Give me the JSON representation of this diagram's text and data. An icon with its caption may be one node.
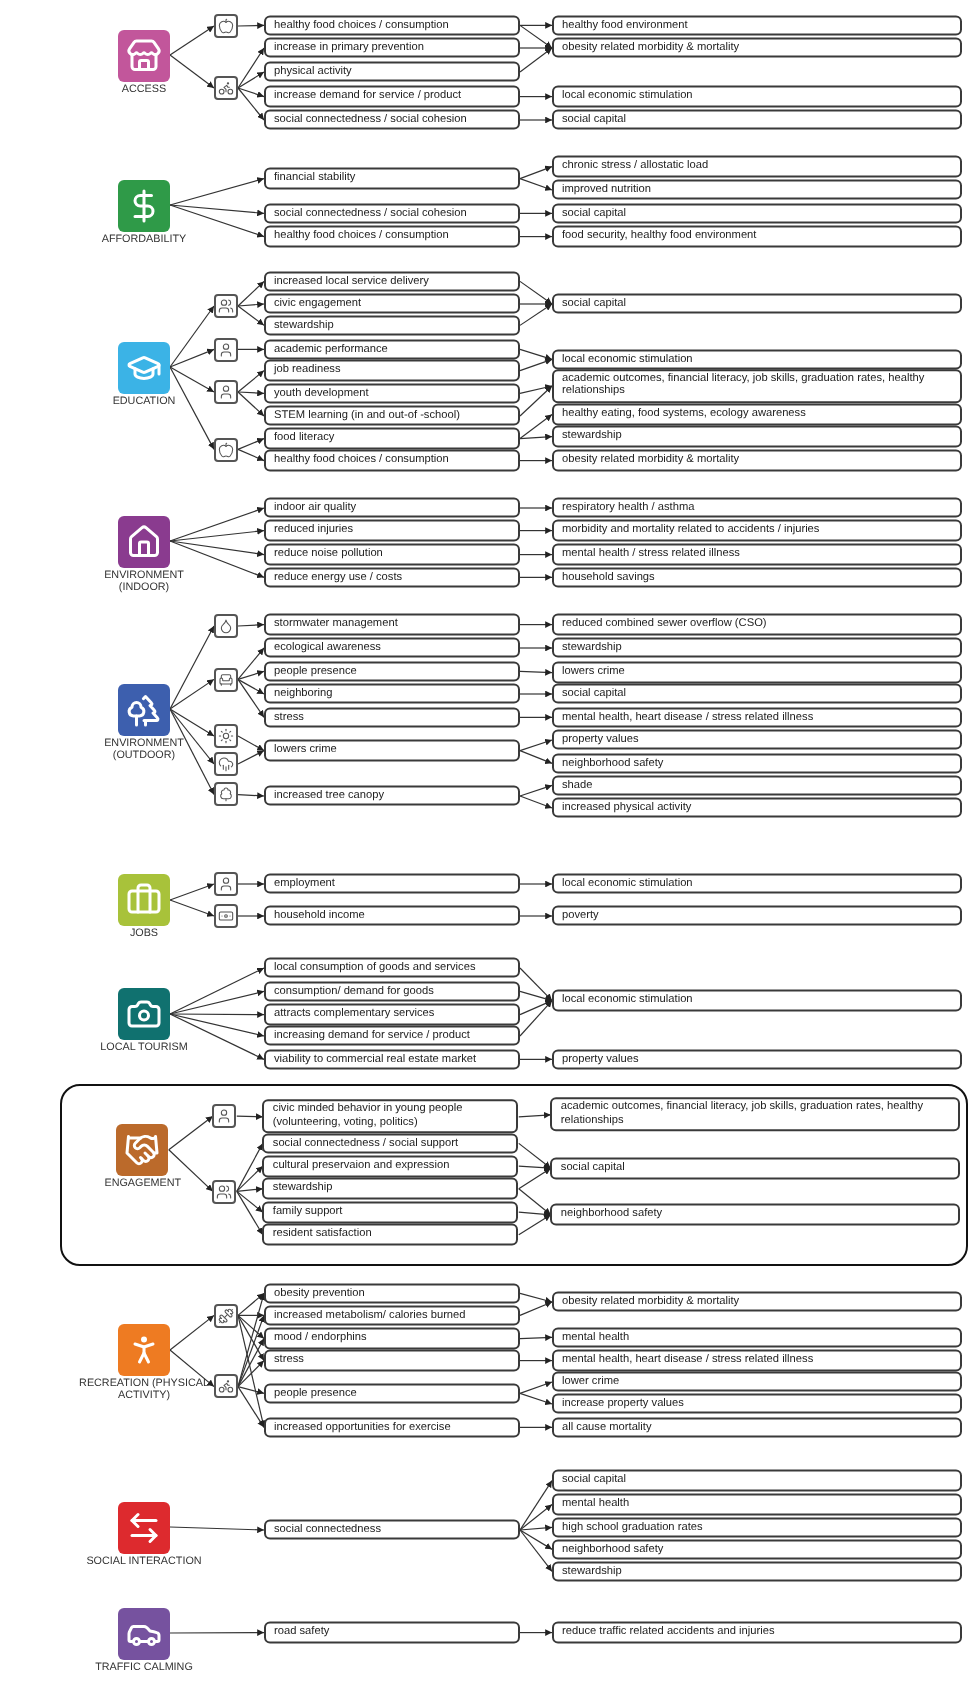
{
  "diagram": {
    "nodes": [
      {
        "text": [],
        "shape": "picture",
        "beside": [
          "ACCESS"
        ]
      },
      {
        "text": [],
        "shape": "box"
      },
      {
        "text": [],
        "shape": "box"
      },
      {
        "text": [
          "healthy food choices / consumption"
        ]
      },
      {
        "text": [
          "increase in primary prevention"
        ]
      },
      {
        "text": [
          "physical activity"
        ]
      },
      {
        "text": [
          "increase demand for service / product"
        ]
      },
      {
        "text": [
          "social connectedness / social cohesion"
        ]
      },
      {
        "text": [
          "healthy food environment"
        ]
      },
      {
        "text": [
          "obesity related morbidity & mortality"
        ]
      },
      {
        "text": [
          "local economic stimulation"
        ]
      },
      {
        "text": [
          "social capital"
        ]
      },
      {
        "text": [],
        "shape": "picture",
        "beside": [
          "AFFORDABILITY"
        ]
      },
      {
        "text": [
          "financial stability"
        ]
      },
      {
        "text": [
          "social connectedness / social cohesion"
        ]
      },
      {
        "text": [
          "healthy food choices / consumption"
        ]
      },
      {
        "text": [
          "chronic stress / allostatic load"
        ]
      },
      {
        "text": [
          "improved nutrition"
        ]
      },
      {
        "text": [
          "social capital"
        ]
      },
      {
        "text": [
          "food security, healthy food environment"
        ]
      },
      {
        "text": [],
        "shape": "picture",
        "beside": [
          "EDUCATION"
        ]
      },
      {
        "text": [],
        "shape": "box"
      },
      {
        "text": [],
        "shape": "box"
      },
      {
        "text": [],
        "shape": "box"
      },
      {
        "text": [],
        "shape": "box"
      },
      {
        "text": [
          "increased local service delivery"
        ]
      },
      {
        "text": [
          "civic engagement"
        ]
      },
      {
        "text": [
          "stewardship"
        ]
      },
      {
        "text": [
          "academic performance"
        ]
      },
      {
        "text": [
          "job readiness"
        ]
      },
      {
        "text": [
          "youth development"
        ]
      },
      {
        "text": [
          "STEM learning (in and out-of -school)"
        ]
      },
      {
        "text": [
          "food literacy"
        ]
      },
      {
        "text": [
          "healthy food choices / consumption"
        ]
      },
      {
        "text": [
          "social capital"
        ]
      },
      {
        "text": [
          "local economic stimulation"
        ]
      },
      {
        "text": [
          "academic outcomes, financial literacy, job skills, graduation rates, healthy relationships"
        ]
      },
      {
        "text": [
          "healthy eating, food systems, ecology awareness"
        ]
      },
      {
        "text": [
          "stewardship"
        ]
      },
      {
        "text": [
          "obesity related morbidity & mortality"
        ]
      },
      {
        "text": [],
        "shape": "picture",
        "beside": [
          "ENVIRONMENT (INDOOR)"
        ]
      },
      {
        "text": [
          "indoor air quality"
        ]
      },
      {
        "text": [
          "reduced injuries"
        ]
      },
      {
        "text": [
          "reduce noise pollution"
        ]
      },
      {
        "text": [
          "reduce energy use / costs"
        ]
      },
      {
        "text": [
          "respiratory health / asthma"
        ]
      },
      {
        "text": [
          "morbidity and mortality related to accidents / injuries"
        ]
      },
      {
        "text": [
          "mental health / stress related illness"
        ]
      },
      {
        "text": [
          "household savings"
        ]
      },
      {
        "text": [],
        "shape": "picture",
        "beside": [
          "ENVIRONMENT (OUTDOOR)"
        ]
      },
      {
        "text": [],
        "shape": "box"
      },
      {
        "text": [],
        "shape": "box"
      },
      {
        "text": [],
        "shape": "box"
      },
      {
        "text": [],
        "shape": "box"
      },
      {
        "text": [],
        "shape": "box"
      },
      {
        "text": [
          "stormwater management"
        ]
      },
      {
        "text": [
          "ecological awareness"
        ]
      },
      {
        "text": [
          "people presence"
        ]
      },
      {
        "text": [
          "neighboring"
        ]
      },
      {
        "text": [
          "stress"
        ]
      },
      {
        "text": [
          "lowers crime"
        ]
      },
      {
        "text": [
          "increased tree canopy"
        ]
      },
      {
        "text": [
          "reduced combined sewer overflow (CSO)"
        ]
      },
      {
        "text": [
          "stewardship"
        ]
      },
      {
        "text": [
          "lowers crime"
        ]
      },
      {
        "text": [
          "social capital"
        ]
      },
      {
        "text": [
          "mental health, heart disease / stress related illness"
        ]
      },
      {
        "text": [
          "property values"
        ]
      },
      {
        "text": [
          "neighborhood safety"
        ]
      },
      {
        "text": [
          "shade"
        ]
      },
      {
        "text": [
          "increased physical activity"
        ]
      },
      {
        "text": [],
        "shape": "picture",
        "beside": [
          "JOBS"
        ]
      },
      {
        "text": [],
        "shape": "box"
      },
      {
        "text": [],
        "shape": "box"
      },
      {
        "text": [
          "employment"
        ]
      },
      {
        "text": [
          "household income"
        ]
      },
      {
        "text": [
          "local economic stimulation"
        ]
      },
      {
        "text": [
          "poverty"
        ]
      },
      {
        "text": [],
        "shape": "picture",
        "beside": [
          "LOCAL TOURISM"
        ]
      },
      {
        "text": [
          "local consumption of goods and services"
        ]
      },
      {
        "text": [
          "consumption/ demand for goods"
        ]
      },
      {
        "text": [
          "attracts complementary services"
        ]
      },
      {
        "text": [
          "increasing demand for service / product"
        ]
      },
      {
        "text": [
          "viability to commercial real estate market"
        ]
      },
      {
        "text": [
          "local economic stimulation"
        ]
      },
      {
        "text": [
          "property values"
        ]
      },
      {
        "text": [],
        "shape": "box"
      },
      {
        "text": [],
        "shape": "picture",
        "beside": [
          "ENGAGEMENT"
        ],
        "in": 86
      },
      {
        "text": [],
        "shape": "box",
        "in": 86
      },
      {
        "text": [],
        "shape": "box",
        "in": 86
      },
      {
        "text": [
          "civic minded behavior in young people (volunteering, voting, politics)"
        ],
        "in": 86
      },
      {
        "text": [
          "social connectedness / social support"
        ],
        "in": 86
      },
      {
        "text": [
          "cultural preservaion and expression"
        ],
        "in": 86
      },
      {
        "text": [
          "stewardship"
        ],
        "in": 86
      },
      {
        "text": [
          "family support"
        ],
        "in": 86
      },
      {
        "text": [
          "resident satisfaction"
        ],
        "in": 86
      },
      {
        "text": [
          "academic outcomes, financial literacy, job skills, graduation rates, healthy relationships"
        ],
        "in": 86
      },
      {
        "text": [
          "social capital"
        ],
        "in": 86
      },
      {
        "text": [
          "neighborhood safety"
        ],
        "in": 86
      },
      {
        "text": [],
        "shape": "picture",
        "beside": [
          "RECREATION (PHYSICAL ACTIVITY)"
        ]
      },
      {
        "text": [],
        "shape": "box"
      },
      {
        "text": [],
        "shape": "box"
      },
      {
        "text": [
          "obesity prevention"
        ]
      },
      {
        "text": [
          "increased metabolism/ calories burned"
        ]
      },
      {
        "text": [
          "mood / endorphins"
        ]
      },
      {
        "text": [
          "stress"
        ]
      },
      {
        "text": [
          "people presence"
        ]
      },
      {
        "text": [
          "increased opportunities for exercise"
        ]
      },
      {
        "text": [
          "obesity related morbidity & mortality"
        ]
      },
      {
        "text": [
          "mental health"
        ]
      },
      {
        "text": [
          "mental health, heart disease / stress related illness"
        ]
      },
      {
        "text": [
          "lower crime"
        ]
      },
      {
        "text": [
          "increase property values"
        ]
      },
      {
        "text": [
          "all cause mortality"
        ]
      },
      {
        "text": [],
        "shape": "picture",
        "beside": [
          "SOCIAL INTERACTION"
        ]
      },
      {
        "text": [
          "social connectedness"
        ]
      },
      {
        "text": [
          "social capital"
        ]
      },
      {
        "text": [
          "mental health"
        ]
      },
      {
        "text": [
          "high school graduation rates"
        ]
      },
      {
        "text": [
          "neighborhood safety"
        ]
      },
      {
        "text": [
          "stewardship"
        ]
      },
      {
        "text": [],
        "shape": "picture",
        "beside": [
          "TRAFFIC CALMING"
        ]
      },
      {
        "text": [
          "road safety"
        ]
      },
      {
        "text": [
          "reduce traffic related accidents and injuries"
        ]
      }
    ],
    "edges": [
      {
        "from": 0,
        "to": 1,
        "arrow": "to"
      },
      {
        "from": 0,
        "to": 2,
        "arrow": "to"
      },
      {
        "from": 1,
        "to": 3,
        "arrow": "to"
      },
      {
        "from": 2,
        "to": 4,
        "arrow": "to"
      },
      {
        "from": 2,
        "to": 5,
        "arrow": "to"
      },
      {
        "from": 2,
        "to": 6,
        "arrow": "to"
      },
      {
        "from": 2,
        "to": 7,
        "arrow": "to"
      },
      {
        "from": 3,
        "to": 8,
        "arrow": "to"
      },
      {
        "from": 3,
        "to": 9,
        "arrow": "to"
      },
      {
        "from": 4,
        "to": 9,
        "arrow": "to"
      },
      {
        "from": 5,
        "to": 9,
        "arrow": "to"
      },
      {
        "from": 6,
        "to": 10,
        "arrow": "to"
      },
      {
        "from": 7,
        "to": 11,
        "arrow": "to"
      },
      {
        "from": 12,
        "to": 13,
        "arrow": "to"
      },
      {
        "from": 12,
        "to": 14,
        "arrow": "to"
      },
      {
        "from": 12,
        "to": 15,
        "arrow": "to"
      },
      {
        "from": 13,
        "to": 16,
        "arrow": "to"
      },
      {
        "from": 13,
        "to": 17,
        "arrow": "to"
      },
      {
        "from": 14,
        "to": 18,
        "arrow": "to"
      },
      {
        "from": 15,
        "to": 19,
        "arrow": "to"
      },
      {
        "from": 20,
        "to": 21,
        "arrow": "to"
      },
      {
        "from": 20,
        "to": 22,
        "arrow": "to"
      },
      {
        "from": 20,
        "to": 23,
        "arrow": "to"
      },
      {
        "from": 20,
        "to": 24,
        "arrow": "to"
      },
      {
        "from": 21,
        "to": 25,
        "arrow": "to"
      },
      {
        "from": 21,
        "to": 26,
        "arrow": "to"
      },
      {
        "from": 21,
        "to": 27,
        "arrow": "to"
      },
      {
        "from": 22,
        "to": 28,
        "arrow": "to"
      },
      {
        "from": 23,
        "to": 29,
        "arrow": "to"
      },
      {
        "from": 23,
        "to": 30,
        "arrow": "to"
      },
      {
        "from": 23,
        "to": 31,
        "arrow": "to"
      },
      {
        "from": 24,
        "to": 32,
        "arrow": "to"
      },
      {
        "from": 24,
        "to": 33,
        "arrow": "to"
      },
      {
        "from": 25,
        "to": 34,
        "arrow": "to"
      },
      {
        "from": 26,
        "to": 34,
        "arrow": "to"
      },
      {
        "from": 27,
        "to": 34,
        "arrow": "to"
      },
      {
        "from": 28,
        "to": 35,
        "arrow": "to"
      },
      {
        "from": 29,
        "to": 35,
        "arrow": "to"
      },
      {
        "from": 30,
        "to": 36,
        "arrow": "to"
      },
      {
        "from": 31,
        "to": 36,
        "arrow": "to"
      },
      {
        "from": 32,
        "to": 37,
        "arrow": "to"
      },
      {
        "from": 32,
        "to": 38,
        "arrow": "to"
      },
      {
        "from": 33,
        "to": 39,
        "arrow": "to"
      },
      {
        "from": 40,
        "to": 41,
        "arrow": "to"
      },
      {
        "from": 40,
        "to": 42,
        "arrow": "to"
      },
      {
        "from": 40,
        "to": 43,
        "arrow": "to"
      },
      {
        "from": 40,
        "to": 44,
        "arrow": "to"
      },
      {
        "from": 41,
        "to": 45,
        "arrow": "to"
      },
      {
        "from": 42,
        "to": 46,
        "arrow": "to"
      },
      {
        "from": 43,
        "to": 47,
        "arrow": "to"
      },
      {
        "from": 44,
        "to": 48,
        "arrow": "to"
      },
      {
        "from": 49,
        "to": 50,
        "arrow": "to"
      },
      {
        "from": 49,
        "to": 51,
        "arrow": "to"
      },
      {
        "from": 49,
        "to": 52,
        "arrow": "to"
      },
      {
        "from": 49,
        "to": 53,
        "arrow": "to"
      },
      {
        "from": 49,
        "to": 54,
        "arrow": "to"
      },
      {
        "from": 50,
        "to": 55,
        "arrow": "to"
      },
      {
        "from": 51,
        "to": 56,
        "arrow": "to"
      },
      {
        "from": 51,
        "to": 57,
        "arrow": "to"
      },
      {
        "from": 51,
        "to": 58,
        "arrow": "to"
      },
      {
        "from": 51,
        "to": 59,
        "arrow": "to"
      },
      {
        "from": 52,
        "to": 60,
        "arrow": "to"
      },
      {
        "from": 53,
        "to": 60,
        "arrow": "to"
      },
      {
        "from": 54,
        "to": 61,
        "arrow": "to"
      },
      {
        "from": 55,
        "to": 62,
        "arrow": "to"
      },
      {
        "from": 56,
        "to": 63,
        "arrow": "to"
      },
      {
        "from": 57,
        "to": 64,
        "arrow": "to"
      },
      {
        "from": 58,
        "to": 65,
        "arrow": "to"
      },
      {
        "from": 59,
        "to": 66,
        "arrow": "to"
      },
      {
        "from": 60,
        "to": 67,
        "arrow": "to"
      },
      {
        "from": 60,
        "to": 68,
        "arrow": "to"
      },
      {
        "from": 61,
        "to": 69,
        "arrow": "to"
      },
      {
        "from": 61,
        "to": 70,
        "arrow": "to"
      },
      {
        "from": 71,
        "to": 72,
        "arrow": "to"
      },
      {
        "from": 71,
        "to": 73,
        "arrow": "to"
      },
      {
        "from": 72,
        "to": 74,
        "arrow": "to"
      },
      {
        "from": 73,
        "to": 75,
        "arrow": "to"
      },
      {
        "from": 74,
        "to": 76,
        "arrow": "to"
      },
      {
        "from": 75,
        "to": 77,
        "arrow": "to"
      },
      {
        "from": 78,
        "to": 79,
        "arrow": "to"
      },
      {
        "from": 78,
        "to": 80,
        "arrow": "to"
      },
      {
        "from": 78,
        "to": 81,
        "arrow": "to"
      },
      {
        "from": 78,
        "to": 82,
        "arrow": "to"
      },
      {
        "from": 78,
        "to": 83,
        "arrow": "to"
      },
      {
        "from": 79,
        "to": 84,
        "arrow": "to"
      },
      {
        "from": 80,
        "to": 84,
        "arrow": "to"
      },
      {
        "from": 81,
        "to": 84,
        "arrow": "to"
      },
      {
        "from": 82,
        "to": 84,
        "arrow": "to"
      },
      {
        "from": 83,
        "to": 85,
        "arrow": "to"
      },
      {
        "from": 87,
        "to": 88,
        "arrow": "to"
      },
      {
        "from": 87,
        "to": 89,
        "arrow": "to"
      },
      {
        "from": 88,
        "to": 90,
        "arrow": "to"
      },
      {
        "from": 89,
        "to": 91,
        "arrow": "to"
      },
      {
        "from": 89,
        "to": 92,
        "arrow": "to"
      },
      {
        "from": 89,
        "to": 93,
        "arrow": "to"
      },
      {
        "from": 89,
        "to": 94,
        "arrow": "to"
      },
      {
        "from": 89,
        "to": 95,
        "arrow": "to"
      },
      {
        "from": 90,
        "to": 96,
        "arrow": "to"
      },
      {
        "from": 91,
        "to": 97,
        "arrow": "to"
      },
      {
        "from": 92,
        "to": 97,
        "arrow": "to"
      },
      {
        "from": 93,
        "to": 97,
        "arrow": "to"
      },
      {
        "from": 93,
        "to": 98,
        "arrow": "to"
      },
      {
        "from": 94,
        "to": 98,
        "arrow": "to"
      },
      {
        "from": 95,
        "to": 98,
        "arrow": "to"
      },
      {
        "from": 99,
        "to": 100,
        "arrow": "to"
      },
      {
        "from": 99,
        "to": 101,
        "arrow": "to"
      },
      {
        "from": 100,
        "to": 102,
        "arrow": "to"
      },
      {
        "from": 100,
        "to": 103,
        "arrow": "to"
      },
      {
        "from": 100,
        "to": 104,
        "arrow": "to"
      },
      {
        "from": 100,
        "to": 105,
        "arrow": "to"
      },
      {
        "from": 100,
        "to": 107,
        "arrow": "to"
      },
      {
        "from": 101,
        "to": 102,
        "arrow": "to"
      },
      {
        "from": 101,
        "to": 103,
        "arrow": "to"
      },
      {
        "from": 101,
        "to": 104,
        "arrow": "to"
      },
      {
        "from": 101,
        "to": 105,
        "arrow": "to"
      },
      {
        "from": 101,
        "to": 106,
        "arrow": "to"
      },
      {
        "from": 101,
        "to": 107,
        "arrow": "to"
      },
      {
        "from": 102,
        "to": 108,
        "arrow": "to"
      },
      {
        "from": 103,
        "to": 108,
        "arrow": "to"
      },
      {
        "from": 104,
        "to": 109,
        "arrow": "to"
      },
      {
        "from": 105,
        "to": 110,
        "arrow": "to"
      },
      {
        "from": 106,
        "to": 111,
        "arrow": "to"
      },
      {
        "from": 106,
        "to": 112,
        "arrow": "to"
      },
      {
        "from": 107,
        "to": 113,
        "arrow": "to"
      },
      {
        "from": 114,
        "to": 115,
        "arrow": "to"
      },
      {
        "from": 115,
        "to": 116,
        "arrow": "to"
      },
      {
        "from": 115,
        "to": 117,
        "arrow": "to"
      },
      {
        "from": 115,
        "to": 118,
        "arrow": "to"
      },
      {
        "from": 115,
        "to": 119,
        "arrow": "to"
      },
      {
        "from": 115,
        "to": 120,
        "arrow": "to"
      },
      {
        "from": 121,
        "to": 122,
        "arrow": "to"
      },
      {
        "from": 122,
        "to": 123,
        "arrow": "to"
      }
    ]
  }
}
